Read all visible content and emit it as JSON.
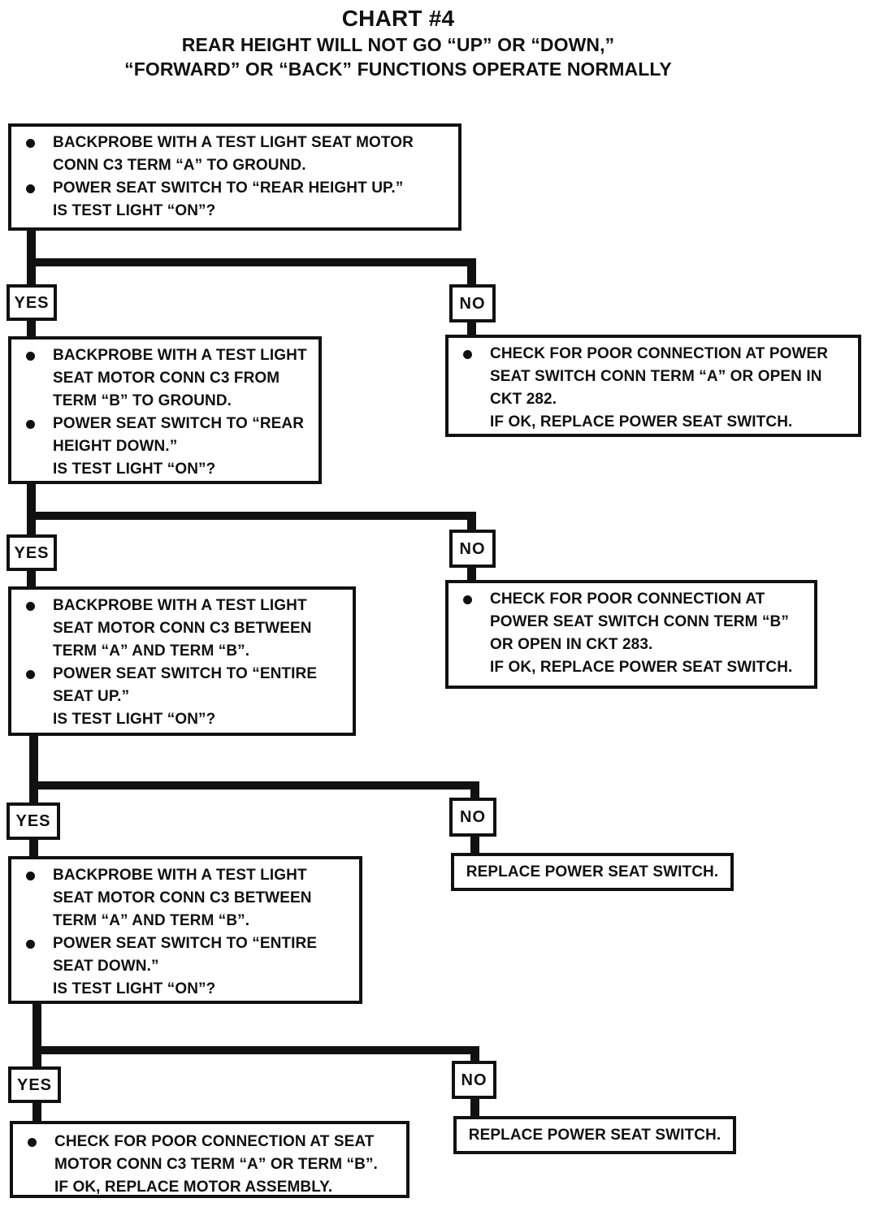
{
  "colors": {
    "ink": "#111111",
    "paper": "#ffffff"
  },
  "title": {
    "line1": "CHART #4",
    "line2": "REAR HEIGHT WILL NOT GO “UP” OR “DOWN,”",
    "line3": "“FORWARD” OR “BACK” FUNCTIONS OPERATE NORMALLY"
  },
  "labels": {
    "yes": "YES",
    "no": "NO"
  },
  "nodes": {
    "q1": {
      "bullets": [
        "BACKPROBE WITH A TEST LIGHT SEAT MOTOR\nCONN C3 TERM “A” TO GROUND.",
        "POWER SEAT SWITCH TO “REAR HEIGHT UP.”\nIS TEST LIGHT “ON”?"
      ]
    },
    "q2": {
      "bullets": [
        "BACKPROBE WITH A TEST LIGHT\nSEAT MOTOR CONN C3 FROM\nTERM “B” TO GROUND.",
        "POWER SEAT SWITCH TO “REAR\nHEIGHT DOWN.”\nIS TEST LIGHT “ON”?"
      ]
    },
    "q3": {
      "bullets": [
        "BACKPROBE WITH A TEST LIGHT\nSEAT MOTOR CONN C3 BETWEEN\nTERM “A” AND TERM “B”.",
        "POWER SEAT SWITCH TO “ENTIRE\nSEAT UP.”\nIS TEST LIGHT “ON”?"
      ]
    },
    "q4": {
      "bullets": [
        "BACKPROBE WITH A TEST LIGHT\nSEAT MOTOR CONN C3 BETWEEN\nTERM “A” AND TERM “B”.",
        "POWER SEAT SWITCH TO “ENTIRE\nSEAT DOWN.”\nIS TEST LIGHT “ON”?"
      ]
    },
    "a1": {
      "bullets": [
        "CHECK FOR POOR CONNECTION AT POWER\nSEAT SWITCH CONN TERM “A” OR OPEN IN\nCKT 282.\nIF OK, REPLACE POWER SEAT SWITCH."
      ]
    },
    "a2": {
      "bullets": [
        "CHECK FOR POOR CONNECTION AT\nPOWER SEAT SWITCH CONN TERM “B”\nOR OPEN IN CKT 283.\nIF OK, REPLACE POWER SEAT SWITCH."
      ]
    },
    "a3": {
      "text": "REPLACE POWER SEAT SWITCH."
    },
    "a4": {
      "bullets": [
        "CHECK FOR POOR CONNECTION AT SEAT\nMOTOR CONN C3 TERM “A” OR TERM “B”.\nIF OK, REPLACE MOTOR ASSEMBLY."
      ]
    },
    "a5": {
      "text": "REPLACE POWER SEAT SWITCH."
    }
  }
}
